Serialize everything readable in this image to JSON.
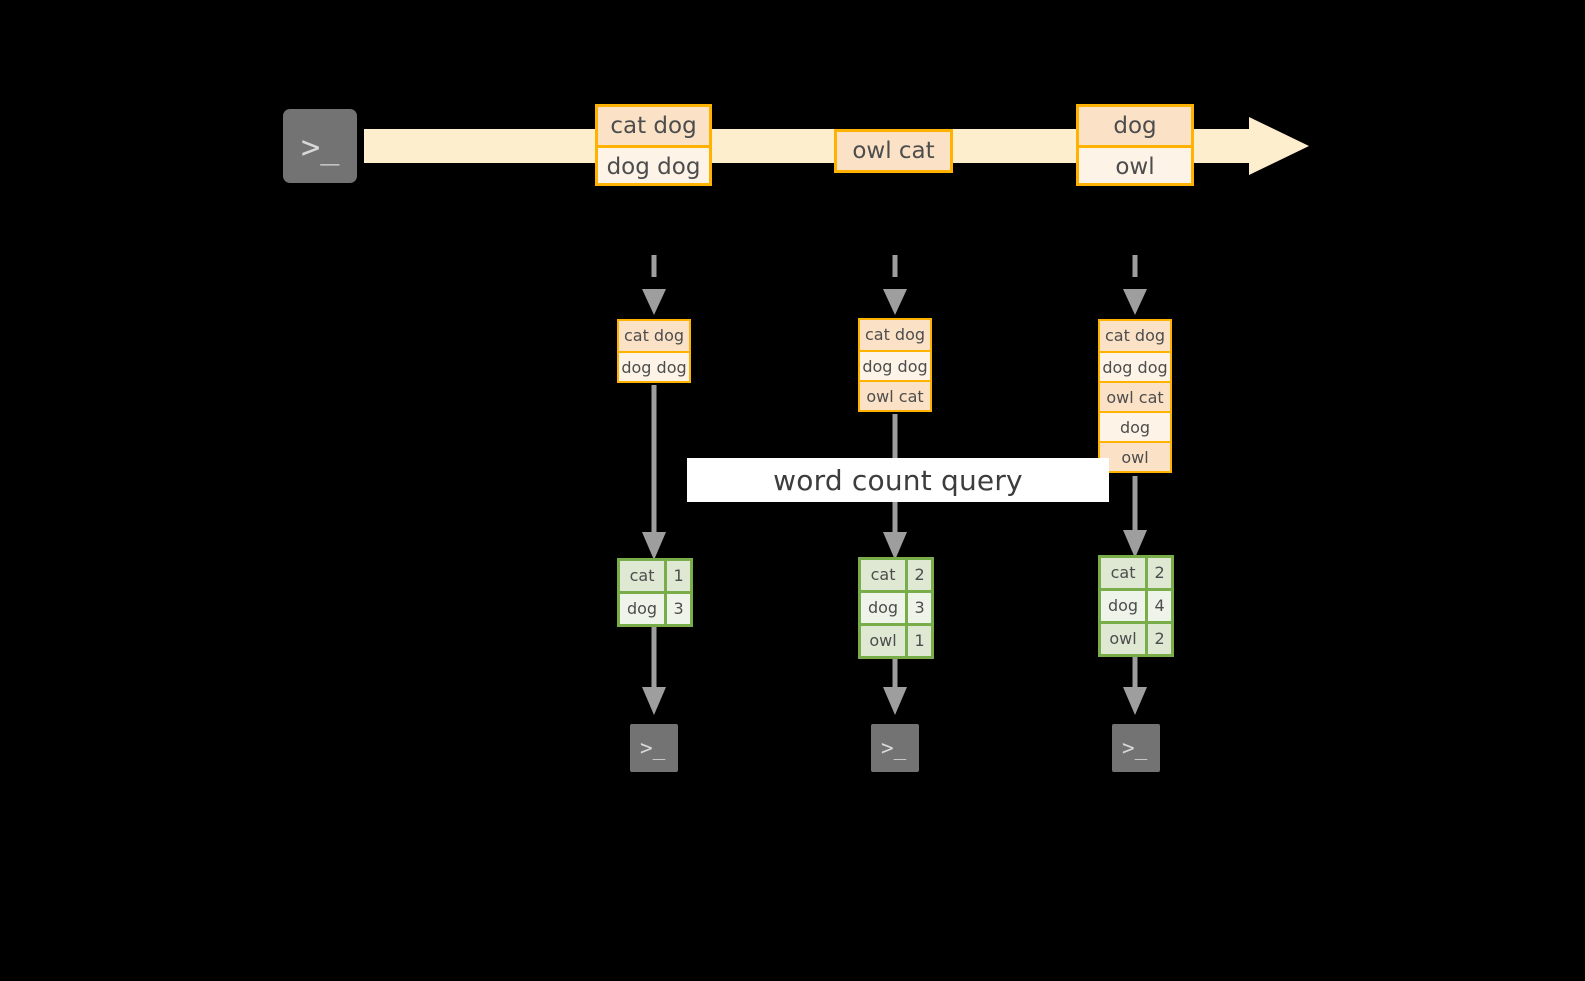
{
  "diagram": {
    "title_banner": "word count query",
    "colors": {
      "stream_fill": "#FDEFCE",
      "record_border": "#FFB300",
      "record_shade_dark": "#FBE2C6",
      "record_shade_light": "#FDF3E7",
      "result_border": "#79AD49",
      "result_shade_dark": "#DEE8D3",
      "result_shade_light": "#EFF4EB",
      "connector_gray": "#9E9E9E",
      "terminal_gray": "#737373",
      "background": "#000000"
    },
    "source_terminal": {
      "icon": "terminal-prompt-icon",
      "glyph": ">_"
    },
    "stream": {
      "arrow_icon": "right-arrow-icon",
      "records": [
        {
          "lines": [
            "cat dog",
            "dog dog"
          ]
        },
        {
          "lines": [
            "owl cat"
          ]
        },
        {
          "lines": [
            "dog",
            "owl"
          ]
        }
      ]
    },
    "columns": [
      {
        "inbound_arrow_icon": "dashed-down-arrow-icon",
        "buffer": {
          "lines": [
            "cat dog",
            "dog dog"
          ]
        },
        "query_arrow_icon": "down-arrow-icon",
        "result": {
          "rows": [
            {
              "key": "cat",
              "value": "1"
            },
            {
              "key": "dog",
              "value": "3"
            }
          ]
        },
        "output_arrow_icon": "down-arrow-icon",
        "sink_terminal": {
          "icon": "terminal-prompt-icon",
          "glyph": ">_"
        }
      },
      {
        "inbound_arrow_icon": "dashed-down-arrow-icon",
        "buffer": {
          "lines": [
            "cat dog",
            "dog dog",
            "owl cat"
          ]
        },
        "query_arrow_icon": "down-arrow-icon",
        "result": {
          "rows": [
            {
              "key": "cat",
              "value": "2"
            },
            {
              "key": "dog",
              "value": "3"
            },
            {
              "key": "owl",
              "value": "1"
            }
          ]
        },
        "output_arrow_icon": "down-arrow-icon",
        "sink_terminal": {
          "icon": "terminal-prompt-icon",
          "glyph": ">_"
        }
      },
      {
        "inbound_arrow_icon": "dashed-down-arrow-icon",
        "buffer": {
          "lines": [
            "cat dog",
            "dog dog",
            "owl cat",
            "dog",
            "owl"
          ]
        },
        "query_arrow_icon": "down-arrow-icon",
        "result": {
          "rows": [
            {
              "key": "cat",
              "value": "2"
            },
            {
              "key": "dog",
              "value": "4"
            },
            {
              "key": "owl",
              "value": "2"
            }
          ]
        },
        "output_arrow_icon": "down-arrow-icon",
        "sink_terminal": {
          "icon": "terminal-prompt-icon",
          "glyph": ">_"
        }
      }
    ]
  }
}
